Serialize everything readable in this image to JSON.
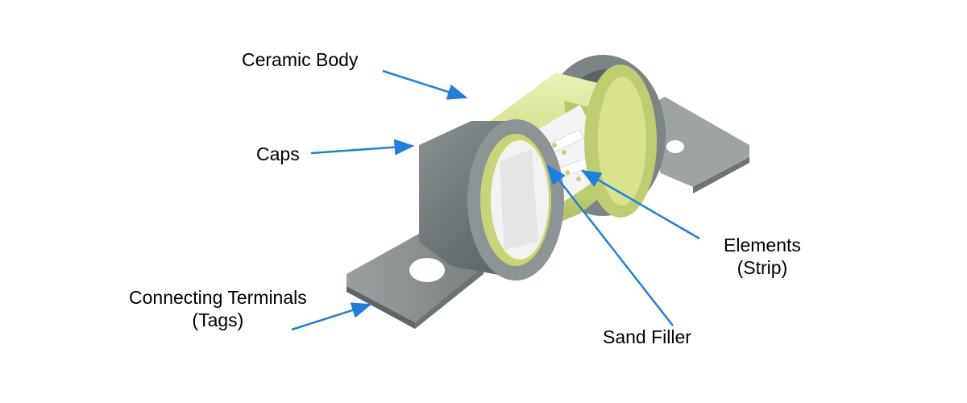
{
  "labels": {
    "ceramic_body": "Ceramic Body",
    "caps": "Caps",
    "elements_line1": "Elements",
    "elements_line2": "(Strip)",
    "terminals_line1": "Connecting Terminals",
    "terminals_line2": "(Tags)",
    "sand_filler": "Sand Filler"
  },
  "colors": {
    "arrow": "#1f7fe0",
    "ceramic": "#d4e18a",
    "cap": "#6f7677",
    "terminal": "#8c9191",
    "background": "#ffffff"
  }
}
